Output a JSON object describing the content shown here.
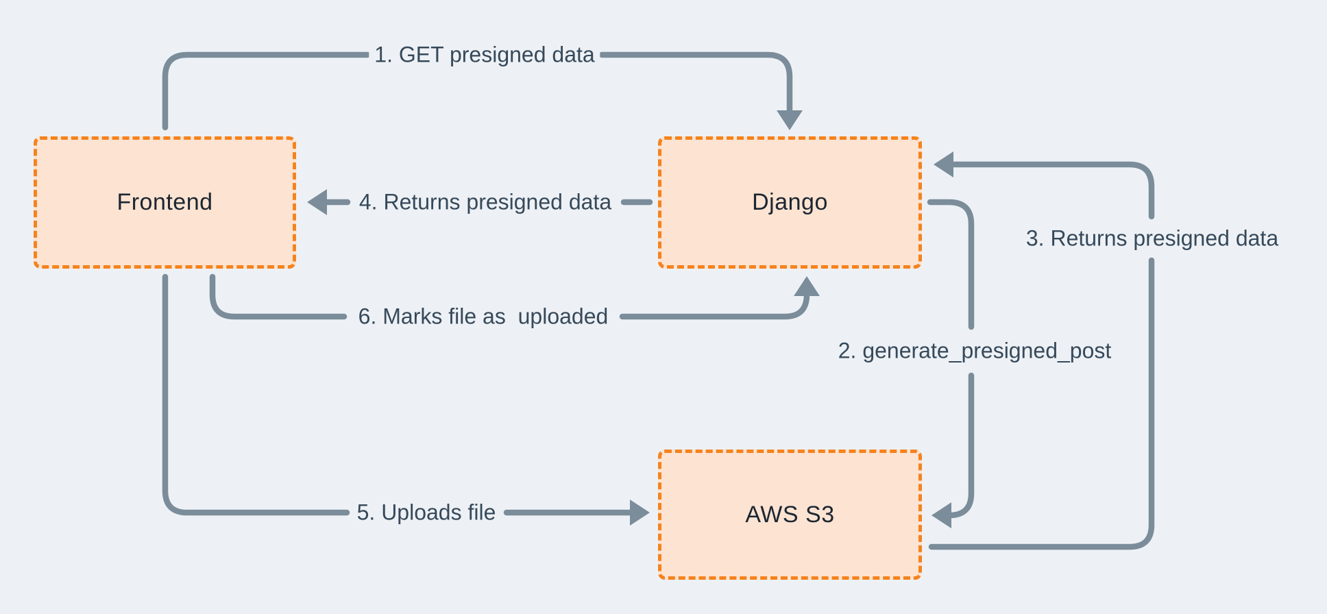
{
  "colors": {
    "background": "#edf1f5",
    "node_fill": "#fce3d2",
    "node_border": "#f5831e",
    "arrow": "#7b8c9a",
    "edge_label_text": "#36495a",
    "node_label_text": "#1c2631"
  },
  "nodes": [
    {
      "id": "frontend",
      "label": "Frontend"
    },
    {
      "id": "django",
      "label": "Django"
    },
    {
      "id": "aws_s3",
      "label": "AWS S3"
    }
  ],
  "edges": [
    {
      "step": 1,
      "label": "1. GET presigned data",
      "from": "frontend",
      "to": "django"
    },
    {
      "step": 2,
      "label": "2. generate_presigned_post",
      "from": "django",
      "to": "aws_s3"
    },
    {
      "step": 3,
      "label": "3. Returns presigned data",
      "from": "aws_s3",
      "to": "django"
    },
    {
      "step": 4,
      "label": "4. Returns presigned data",
      "from": "django",
      "to": "frontend"
    },
    {
      "step": 5,
      "label": "5. Uploads file",
      "from": "frontend",
      "to": "aws_s3"
    },
    {
      "step": 6,
      "label": "6. Marks file as  uploaded",
      "from": "frontend",
      "to": "django"
    }
  ]
}
